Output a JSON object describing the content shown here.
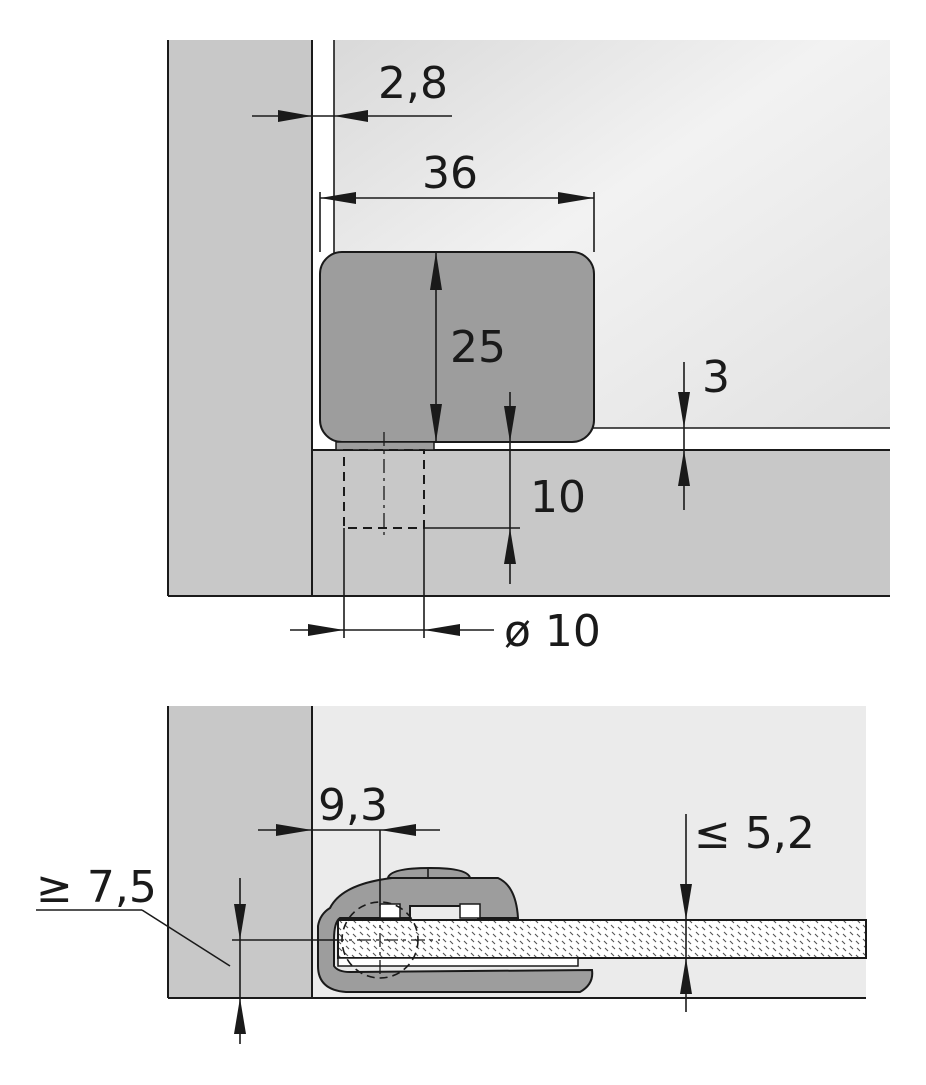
{
  "top_view": {
    "dim_2_8": "2,8",
    "dim_36": "36",
    "dim_25": "25",
    "dim_3": "3",
    "dim_10": "10",
    "dim_dia_10": "ø 10"
  },
  "bottom_view": {
    "dim_9_3": "9,3",
    "dim_max_5_2": "≤ 5,2",
    "dim_min_7_5": "≥ 7,5"
  },
  "colors": {
    "panel_grey": "#c8c8c8",
    "clip_grey": "#9d9d9d",
    "glass_light": "#ebebeb",
    "line": "#1a1a1a"
  }
}
